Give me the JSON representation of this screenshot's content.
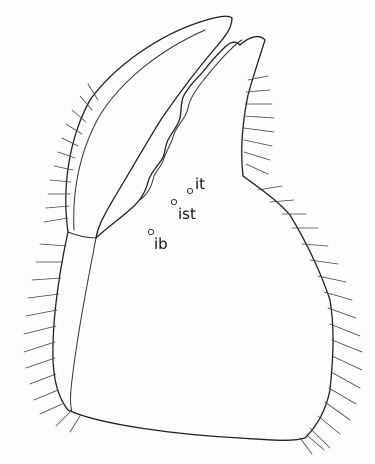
{
  "figure": {
    "labels": {
      "it": "it",
      "ist": "ist",
      "ib": "ib"
    }
  }
}
